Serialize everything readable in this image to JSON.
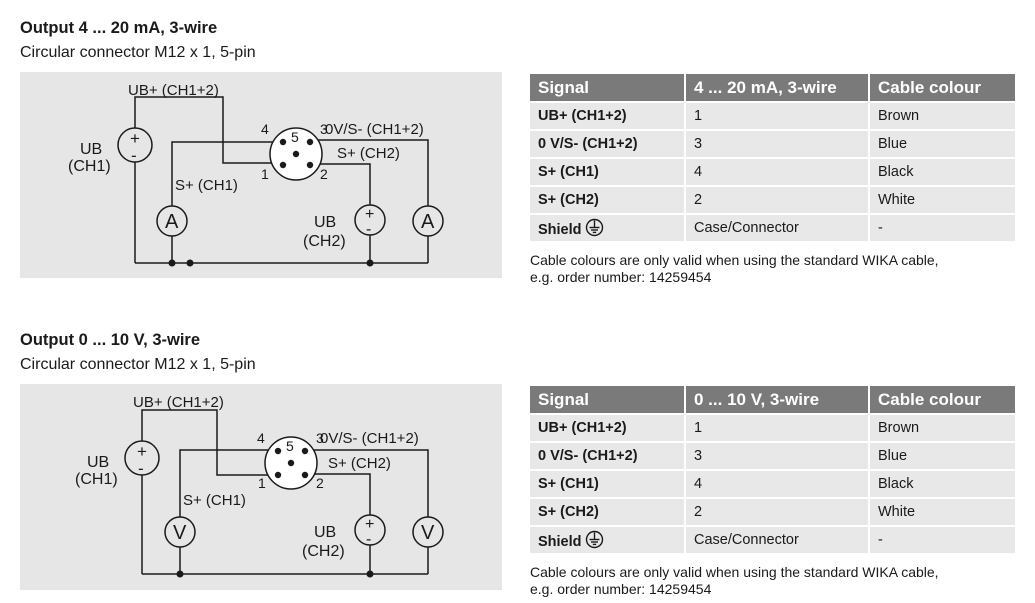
{
  "sections": [
    {
      "title": "Output 4 ... 20 mA, 3-wire",
      "subtitle": "Circular connector M12 x 1, 5-pin",
      "diagram": {
        "label_ub_plus": "UB+ (CH1+2)",
        "label_ub_ch1_a": "UB",
        "label_ub_ch1_b": "(CH1)",
        "label_ov": "0V/S- (CH1+2)",
        "label_s_ch2": "S+ (CH2)",
        "label_s_ch1": "S+ (CH1)",
        "label_ub_ch2_a": "UB",
        "label_ub_ch2_b": "(CH2)",
        "meter_left": "A",
        "meter_right": "A",
        "pin_4": "4",
        "pin_5": "5",
        "pin_3": "3",
        "pin_1": "1",
        "pin_2": "2",
        "plus": "+",
        "minus": "-"
      },
      "table": {
        "headers": [
          "Signal",
          "4 ... 20 mA, 3-wire",
          "Cable colour"
        ],
        "rows": [
          [
            "UB+ (CH1+2)",
            "1",
            "Brown"
          ],
          [
            "0 V/S- (CH1+2)",
            "3",
            "Blue"
          ],
          [
            "S+ (CH1)",
            "4",
            "Black"
          ],
          [
            "S+ (CH2)",
            "2",
            "White"
          ],
          [
            "Shield",
            "Case/Connector",
            "-"
          ]
        ]
      },
      "note_line1": "Cable colours are only valid when using the standard WIKA cable,",
      "note_line2": "e.g. order number: 14259454"
    },
    {
      "title": "Output 0 ... 10 V, 3-wire",
      "subtitle": "Circular connector M12 x 1, 5-pin",
      "diagram": {
        "label_ub_plus": "UB+ (CH1+2)",
        "label_ub_ch1_a": "UB",
        "label_ub_ch1_b": "(CH1)",
        "label_ov": "0V/S- (CH1+2)",
        "label_s_ch2": "S+ (CH2)",
        "label_s_ch1": "S+ (CH1)",
        "label_ub_ch2_a": "UB",
        "label_ub_ch2_b": "(CH2)",
        "meter_left": "V",
        "meter_right": "V",
        "pin_4": "4",
        "pin_5": "5",
        "pin_3": "3",
        "pin_1": "1",
        "pin_2": "2",
        "plus": "+",
        "minus": "-"
      },
      "table": {
        "headers": [
          "Signal",
          "0 ... 10 V, 3-wire",
          "Cable colour"
        ],
        "rows": [
          [
            "UB+ (CH1+2)",
            "1",
            "Brown"
          ],
          [
            "0 V/S- (CH1+2)",
            "3",
            "Blue"
          ],
          [
            "S+ (CH1)",
            "4",
            "Black"
          ],
          [
            "S+ (CH2)",
            "2",
            "White"
          ],
          [
            "Shield",
            "Case/Connector",
            "-"
          ]
        ]
      },
      "note_line1": "Cable colours are only valid when using the standard WIKA cable,",
      "note_line2": "e.g. order number: 14259454"
    }
  ]
}
